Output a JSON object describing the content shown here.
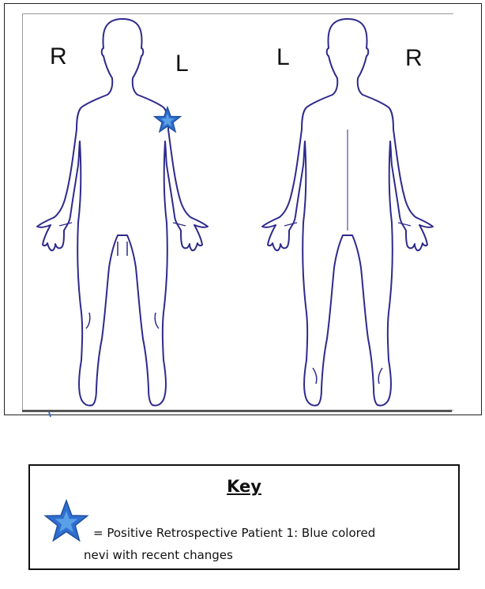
{
  "diagram": {
    "front_label_right": "R",
    "front_label_left": "L",
    "back_label_left": "L",
    "back_label_right": "R",
    "outline_color": "#2e2a8c",
    "marker_color": "#2f6fd1",
    "marker_icon": "star-icon"
  },
  "key": {
    "title": "Key",
    "line1": "= Positive Retrospective Patient 1:  Blue colored",
    "line2": "nevi with recent changes"
  }
}
